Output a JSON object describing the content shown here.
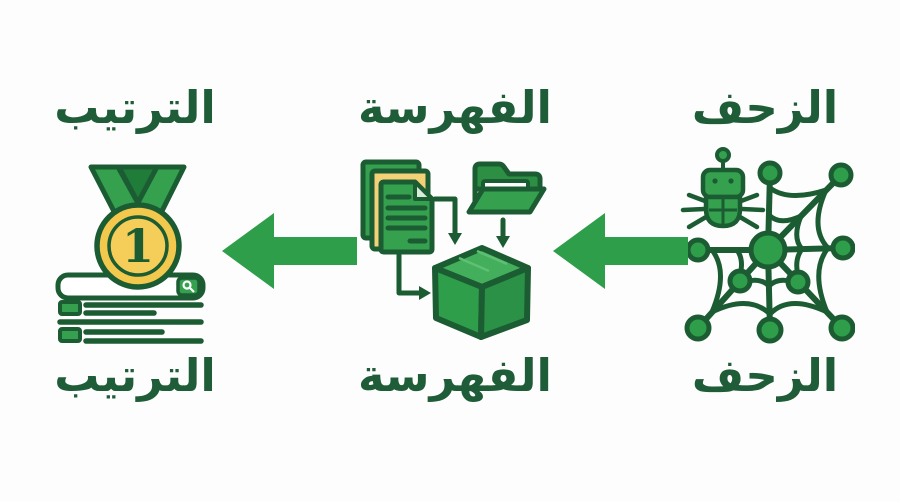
{
  "app": {
    "title_hint": "SEO process diagram (Arabic): crawling, indexing, ranking",
    "background": "#fdfdfd",
    "flow_direction": "right-to-left"
  },
  "colors": {
    "label_text": "#1f5c38",
    "outline_dark_green": "#1c5c33",
    "fill_mid_green": "#35a14f",
    "arrow_green": "#2f9e4a",
    "medal_gold": "#f2c84d",
    "page_yellow": "#f3d277",
    "white": "#ffffff"
  },
  "stages": [
    {
      "key": "crawl",
      "label_top": "الزحف",
      "label_bottom": "الزحف",
      "icon": "spider-web-crawler-icon"
    },
    {
      "key": "index",
      "label_top": "الفهرسة",
      "label_bottom": "الفهرسة",
      "icon": "documents-folder-database-cube-icon"
    },
    {
      "key": "rank",
      "label_top": "الترتيب",
      "label_bottom": "الترتيب",
      "icon": "gold-medal-search-results-icon"
    }
  ],
  "medal": {
    "rank_number": "1"
  },
  "arrows": {
    "glyph": "left-arrow",
    "count": 2
  }
}
